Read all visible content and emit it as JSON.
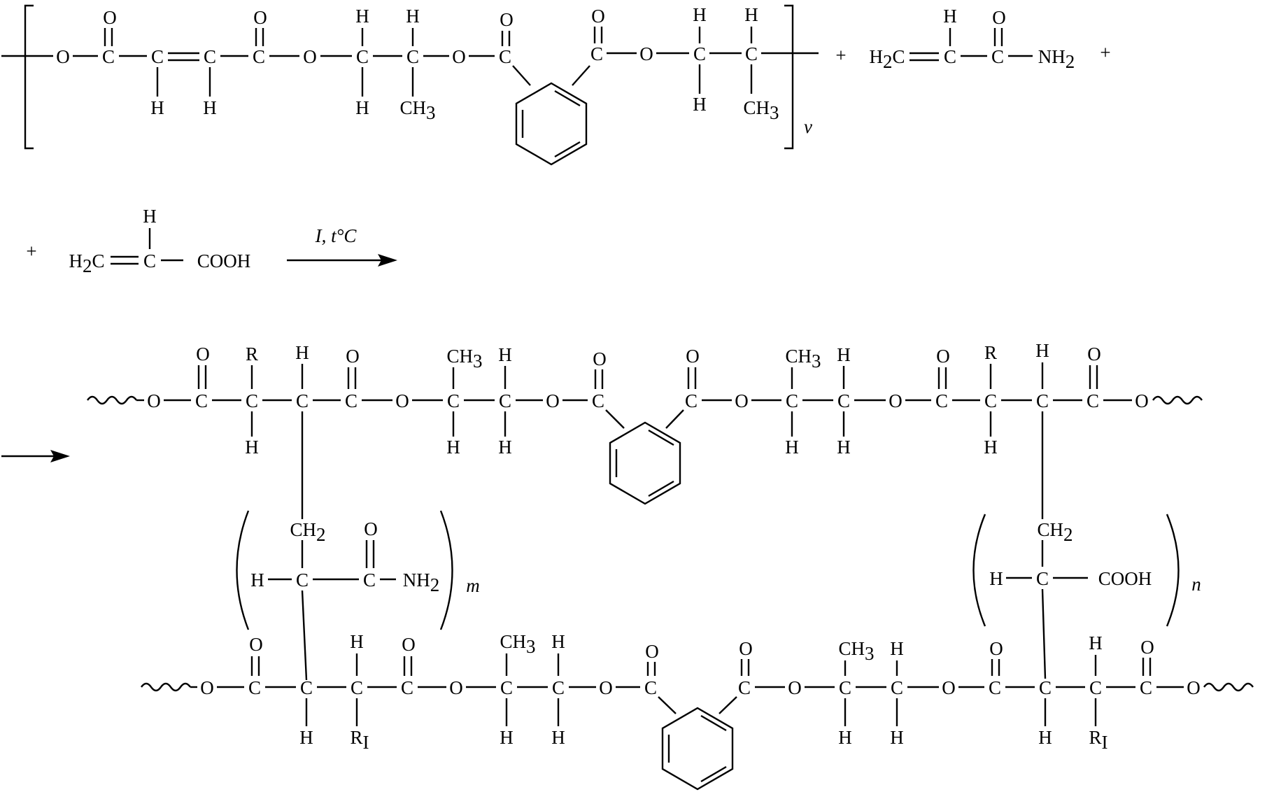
{
  "atoms": {
    "C": "C",
    "O": "O",
    "H": "H",
    "R": "R",
    "R1": "R",
    "R1_sub": "I"
  },
  "groups": {
    "CH3": "CH",
    "CH3_sub": "3",
    "CH2": "CH",
    "CH2_sub": "2",
    "NH2": "NH",
    "NH2_sub": "2",
    "H2C": "H",
    "H2C_sub": "2",
    "H2C_tail": "C",
    "COOH": "COOH"
  },
  "signs": {
    "plus": "+"
  },
  "subscripts": {
    "v": "v",
    "m": "m",
    "n": "n"
  },
  "reaction": {
    "conditions": "I, t°C"
  }
}
